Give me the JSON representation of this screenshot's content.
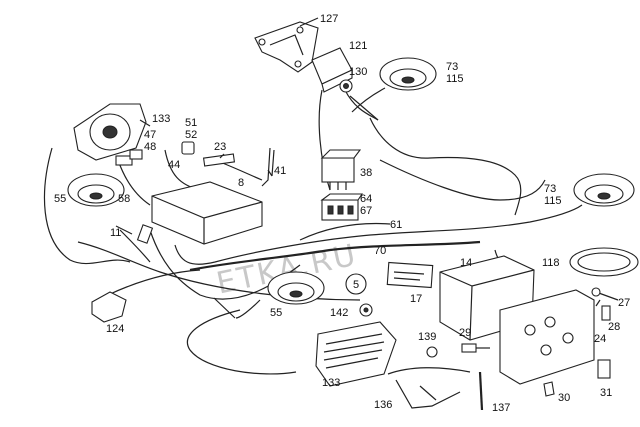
{
  "watermark": "ETKA.RU",
  "callouts": [
    {
      "id": "c127",
      "text": "127"
    },
    {
      "id": "c121",
      "text": "121"
    },
    {
      "id": "c130",
      "text": "130"
    },
    {
      "id": "c73a",
      "text": "73"
    },
    {
      "id": "c115a",
      "text": "115"
    },
    {
      "id": "c133a",
      "text": "133"
    },
    {
      "id": "c51",
      "text": "51"
    },
    {
      "id": "c52",
      "text": "52"
    },
    {
      "id": "c47",
      "text": "47"
    },
    {
      "id": "c48",
      "text": "48"
    },
    {
      "id": "c23",
      "text": "23"
    },
    {
      "id": "c44",
      "text": "44"
    },
    {
      "id": "c41",
      "text": "41"
    },
    {
      "id": "c38",
      "text": "38"
    },
    {
      "id": "c8",
      "text": "8"
    },
    {
      "id": "c55a",
      "text": "55"
    },
    {
      "id": "c58",
      "text": "58"
    },
    {
      "id": "c11",
      "text": "11"
    },
    {
      "id": "c64",
      "text": "64"
    },
    {
      "id": "c67",
      "text": "67"
    },
    {
      "id": "c61",
      "text": "61"
    },
    {
      "id": "c73b",
      "text": "73"
    },
    {
      "id": "c115b",
      "text": "115"
    },
    {
      "id": "c70",
      "text": "70"
    },
    {
      "id": "c5",
      "text": "5"
    },
    {
      "id": "c14",
      "text": "14"
    },
    {
      "id": "c118",
      "text": "118"
    },
    {
      "id": "c17",
      "text": "17"
    },
    {
      "id": "c27",
      "text": "27"
    },
    {
      "id": "c28",
      "text": "28"
    },
    {
      "id": "c124",
      "text": "124"
    },
    {
      "id": "c55b",
      "text": "55"
    },
    {
      "id": "c142",
      "text": "142"
    },
    {
      "id": "c29",
      "text": "29"
    },
    {
      "id": "c24",
      "text": "24"
    },
    {
      "id": "c139",
      "text": "139"
    },
    {
      "id": "c133b",
      "text": "133"
    },
    {
      "id": "c136",
      "text": "136"
    },
    {
      "id": "c137",
      "text": "137"
    },
    {
      "id": "c30",
      "text": "30"
    },
    {
      "id": "c31",
      "text": "31"
    }
  ]
}
